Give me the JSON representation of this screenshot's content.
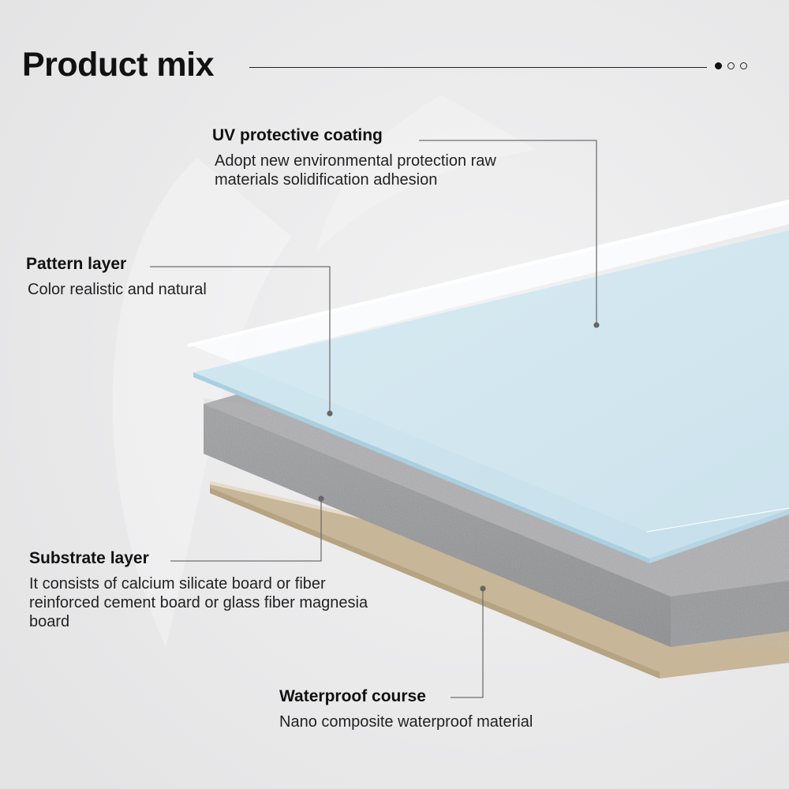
{
  "header": {
    "title": "Product mix",
    "pager": {
      "pages": 3,
      "active": 0
    }
  },
  "colors": {
    "background": "#e9e9ea",
    "coating": "#f4f6f7",
    "pattern_top": "#cde4ee",
    "substrate": "#a3a4a6",
    "waterproof": "#c7b597",
    "leader": "#6f6f6f"
  },
  "layers": {
    "uv_coating": {
      "name": "UV protective coating",
      "description": "Adopt new environmental protection raw materials solidification adhesion"
    },
    "pattern": {
      "name": "Pattern layer",
      "description": "Color realistic and natural"
    },
    "substrate": {
      "name": "Substrate layer",
      "description": "It consists of calcium silicate board or fiber reinforced cement board or glass fiber magnesia board"
    },
    "waterproof": {
      "name": "Waterproof course",
      "description": "Nano composite waterproof material"
    }
  }
}
